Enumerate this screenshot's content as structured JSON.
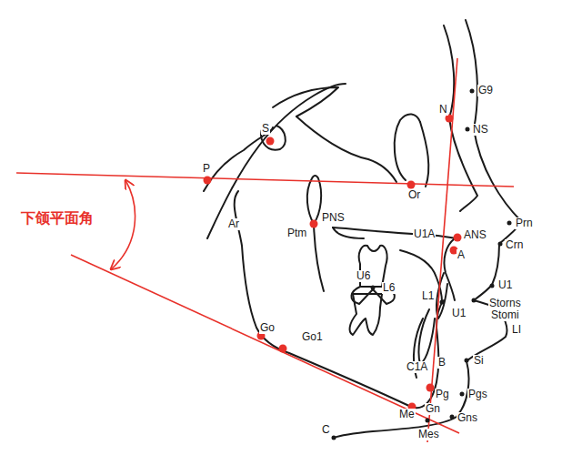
{
  "diagram": {
    "labels": [
      "G9",
      "N",
      "NS",
      "S",
      "P",
      "Or",
      "Prn",
      "Crn",
      "ANS",
      "U1A",
      "A",
      "PNS",
      "Ptm",
      "Ar",
      "U6",
      "L6",
      "U1",
      "Storns",
      "Stomi",
      "LI",
      "L1",
      "U1",
      "Go",
      "Go1",
      "C1A",
      "B",
      "Si",
      "Pg",
      "Pgs",
      "Gn",
      "Gns",
      "Me",
      "Mes",
      "C",
      "下颌平面角"
    ]
  }
}
